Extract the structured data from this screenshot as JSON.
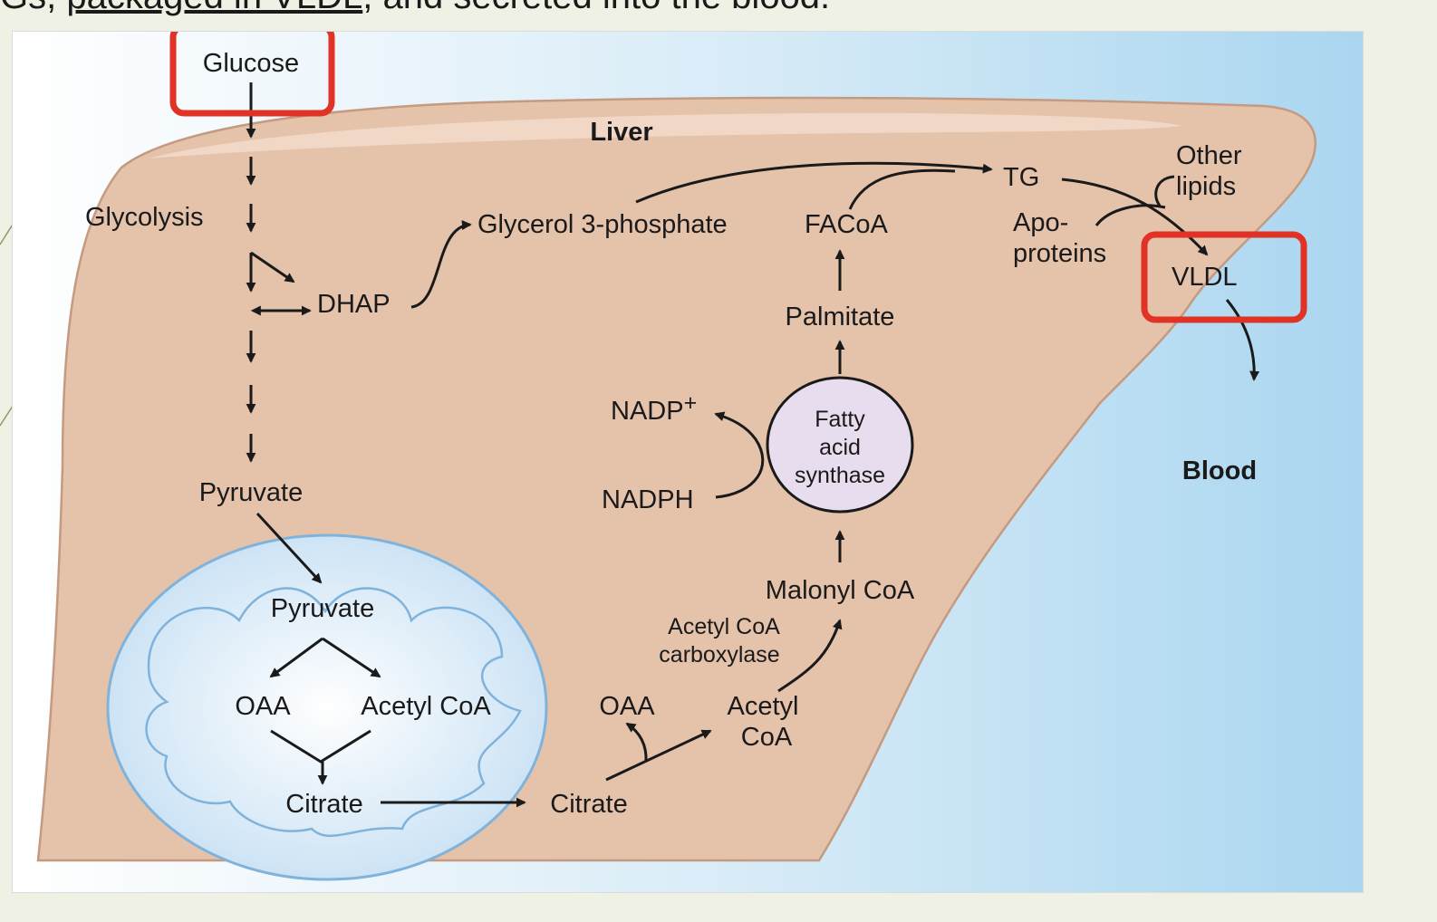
{
  "caption": {
    "prefix": "Gs, ",
    "underlined": "packaged in VLDL",
    "suffix": ", and secreted into the blood."
  },
  "colors": {
    "slide_background": "#eef1e3",
    "liver": "#e5c2aa",
    "blood": "#b6dcf1",
    "mitochondrion": "#cfe6f7",
    "enzyme_circle": "#e8ddee",
    "highlight_box": "#e03225"
  },
  "diagram": {
    "regions": {
      "liver": "Liver",
      "blood": "Blood"
    },
    "glucose": "Glucose",
    "glycolysis": "Glycolysis",
    "dhap": "DHAP",
    "glycerol3p": "Glycerol 3-phosphate",
    "pyruvate_cyto": "Pyruvate",
    "pyruvate_mito": "Pyruvate",
    "oaa_mito": "OAA",
    "acetylcoa_mito": "Acetyl CoA",
    "citrate_mito": "Citrate",
    "citrate_cyto": "Citrate",
    "oaa_cyto": "OAA",
    "acetyl_cyto": [
      "Acetyl",
      "CoA"
    ],
    "enzyme_acc": [
      "Acetyl CoA",
      "carboxylase"
    ],
    "malonylcoa": "Malonyl CoA",
    "fas": [
      "Fatty",
      "acid",
      "synthase"
    ],
    "nadph": "NADPH",
    "nadp_base": "NADP",
    "nadp_sup": "+",
    "palmitate": "Palmitate",
    "facoa": "FACoA",
    "tg": "TG",
    "other_lipids": [
      "Other",
      "lipids"
    ],
    "apoproteins": [
      "Apo-",
      "proteins"
    ],
    "vldl": "VLDL",
    "highlighted": [
      "Glucose",
      "VLDL"
    ]
  }
}
